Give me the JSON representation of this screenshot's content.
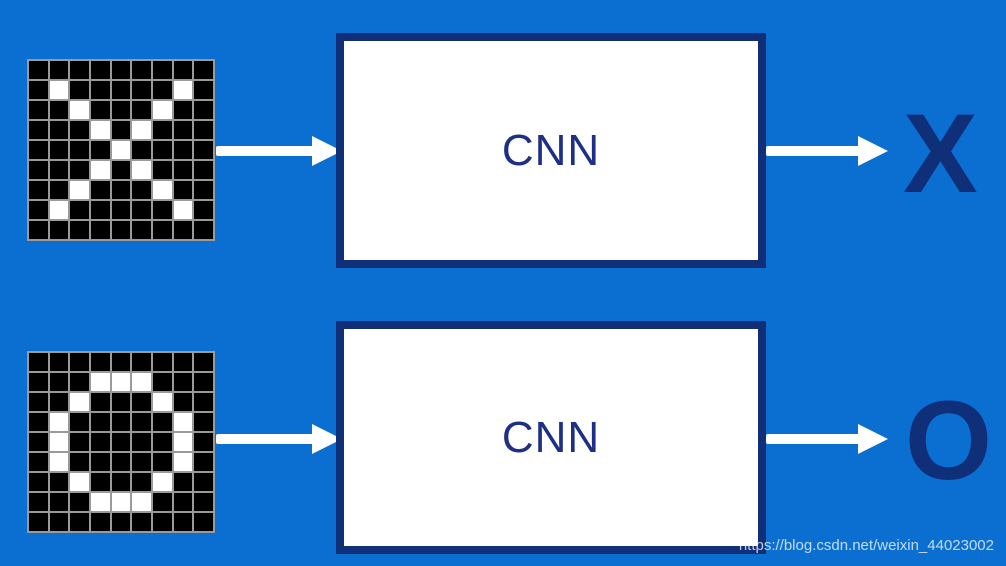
{
  "pipelines": [
    {
      "input_grid": [
        [
          0,
          0,
          0,
          0,
          0,
          0,
          0,
          0,
          0
        ],
        [
          0,
          1,
          0,
          0,
          0,
          0,
          0,
          1,
          0
        ],
        [
          0,
          0,
          1,
          0,
          0,
          0,
          1,
          0,
          0
        ],
        [
          0,
          0,
          0,
          1,
          0,
          1,
          0,
          0,
          0
        ],
        [
          0,
          0,
          0,
          0,
          1,
          0,
          0,
          0,
          0
        ],
        [
          0,
          0,
          0,
          1,
          0,
          1,
          0,
          0,
          0
        ],
        [
          0,
          0,
          1,
          0,
          0,
          0,
          1,
          0,
          0
        ],
        [
          0,
          1,
          0,
          0,
          0,
          0,
          0,
          1,
          0
        ],
        [
          0,
          0,
          0,
          0,
          0,
          0,
          0,
          0,
          0
        ]
      ],
      "model_label": "CNN",
      "output": "X"
    },
    {
      "input_grid": [
        [
          0,
          0,
          0,
          0,
          0,
          0,
          0,
          0,
          0
        ],
        [
          0,
          0,
          0,
          1,
          1,
          1,
          0,
          0,
          0
        ],
        [
          0,
          0,
          1,
          0,
          0,
          0,
          1,
          0,
          0
        ],
        [
          0,
          1,
          0,
          0,
          0,
          0,
          0,
          1,
          0
        ],
        [
          0,
          1,
          0,
          0,
          0,
          0,
          0,
          1,
          0
        ],
        [
          0,
          1,
          0,
          0,
          0,
          0,
          0,
          1,
          0
        ],
        [
          0,
          0,
          1,
          0,
          0,
          0,
          1,
          0,
          0
        ],
        [
          0,
          0,
          0,
          1,
          1,
          1,
          0,
          0,
          0
        ],
        [
          0,
          0,
          0,
          0,
          0,
          0,
          0,
          0,
          0
        ]
      ],
      "model_label": "CNN",
      "output": "O"
    }
  ],
  "watermark": "https://blog.csdn.net/weixin_44023002",
  "colors": {
    "background": "#0b6fd1",
    "box_border": "#0f2f78",
    "label_text": "#1d2f86",
    "output_text": "#0f2f78",
    "arrow": "#ffffff"
  }
}
